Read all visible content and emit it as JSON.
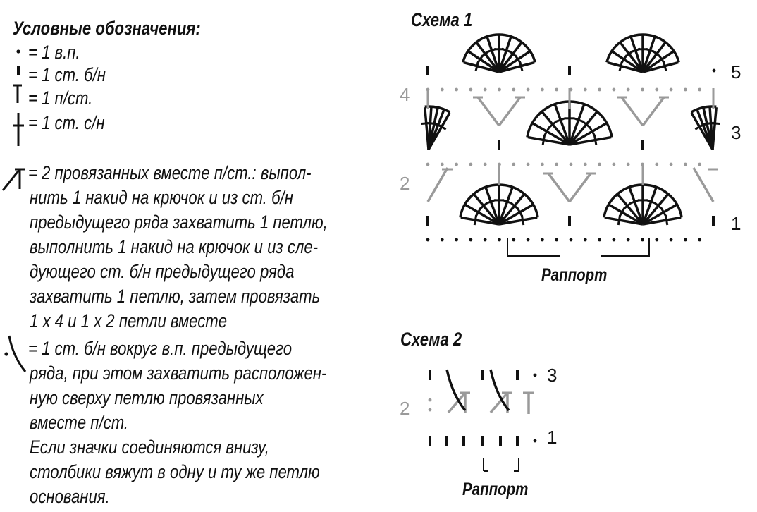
{
  "legend": {
    "title": "Условные обозначения:",
    "items": [
      "= 1 в.п.",
      "= 1 ст. б/н",
      "= 1 п/ст.",
      "= 1 ст. с/н"
    ],
    "para1": [
      "= 2 провязанных вместе п/ст.: выпол-",
      "нить 1 накид на крючок и из ст. б/н",
      "предыдущего ряда захватить 1 петлю,",
      "выполнить 1 накид на крючок и из сле-",
      "дующего ст. б/н предыдущего ряда",
      "захватить 1 петлю, затем провязать",
      "1 х 4 и 1 х 2 петли вместе"
    ],
    "para2": [
      "= 1 ст. б/н вокруг в.п. предыдущего",
      "ряда, при этом захватить расположен-",
      "ную сверху петлю провязанных",
      "вместе п/ст."
    ],
    "para3": [
      "Если значки соединяются внизу,",
      "столбики вяжут в одну и ту же петлю",
      "основания."
    ]
  },
  "scheme1": {
    "title": "Схема 1",
    "rows": [
      "5",
      "4",
      "3",
      "2",
      "1"
    ],
    "rapport": "Раппорт"
  },
  "scheme2": {
    "title": "Схема 2",
    "rows": [
      "3",
      "2",
      "1"
    ],
    "rapport": "Раппорт"
  },
  "colors": {
    "ink": "#111111",
    "gray": "#9a9a9a"
  }
}
